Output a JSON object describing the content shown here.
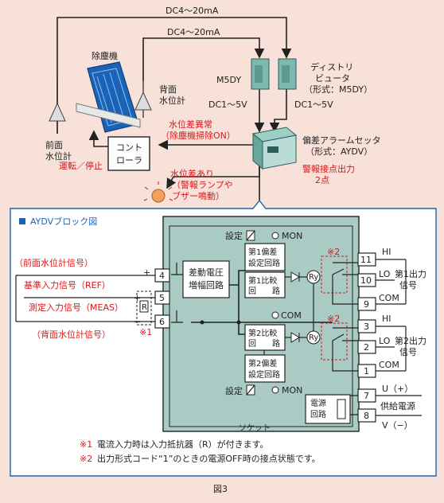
{
  "top": {
    "signal_top": "DC4～20mA",
    "signal_mid": "DC4～20mA",
    "remover": "除塵機",
    "back_gauge": [
      "背面",
      "水位計"
    ],
    "front_gauge": [
      "前面",
      "水位計"
    ],
    "m5dy": "M5DY",
    "distributor": [
      "ディストリ",
      "ビュータ",
      "（形式：M5DY）"
    ],
    "dc15_left": "DC1～5V",
    "dc15_right": "DC1～5V",
    "abnormal": [
      "水位差異常",
      "（除塵機掃除ON）"
    ],
    "controller": [
      "コント",
      "ローラ"
    ],
    "run_stop": "運転／停止",
    "alarm_setter": [
      "偏差アラームセッタ",
      "（形式：AYDV）"
    ],
    "contact_out": [
      "警報接点出力",
      "2点"
    ],
    "warn": [
      "水位差あり",
      "（警報ランプや",
      "ブザー鳴動）"
    ]
  },
  "block": {
    "title": "AYDVブロック図",
    "setting1": "設定",
    "mon1": "MON",
    "setting2": "設定",
    "mon2": "MON",
    "diff_amp": [
      "差動電圧",
      "増幅回路"
    ],
    "dev1": [
      "第1偏差",
      "設定回路"
    ],
    "cmp1": [
      "第1比較",
      "回　　路"
    ],
    "dev2": [
      "第2偏差",
      "設定回路"
    ],
    "cmp2": [
      "第2比較",
      "回　　路"
    ],
    "com": "COM",
    "ry": "Ry",
    "note_mark2": "※2",
    "note_mark1": "※1",
    "socket": "ソケット",
    "power": [
      "電源",
      "回路"
    ],
    "term_in": [
      "4",
      "5",
      "6"
    ],
    "r_label": "R",
    "plus": "+",
    "minus": "−",
    "front_sig": "（前面水位計信号）",
    "ref_sig": "基準入力信号（REF）",
    "meas_sig": "測定入力信号（MEAS）",
    "back_sig": "（背面水位計信号）",
    "out1_terms": [
      "11",
      "10",
      "9"
    ],
    "out2_terms": [
      "3",
      "2",
      "1"
    ],
    "pwr_terms": [
      "7",
      "8"
    ],
    "hi": "HI",
    "lo": "LO",
    "com_out": "COM",
    "out1": [
      "第1出力",
      "信号"
    ],
    "out2": [
      "第2出力",
      "信号"
    ],
    "u_plus": "U（+）",
    "v_minus": "V（−）",
    "supply": "供給電源"
  },
  "notes": {
    "n1_mark": "※1",
    "n1": "電流入力時は入力抵抗器（R）が付きます。",
    "n2_mark": "※2",
    "n2": "出力形式コード“1”のときの電源OFF時の接点状態です。"
  },
  "caption": "図3",
  "colors": {
    "accent_blue": "#1b63b6",
    "accent_red": "#d6191d",
    "block_green": "#a9cbc3",
    "bg": "#f7e1d8"
  }
}
